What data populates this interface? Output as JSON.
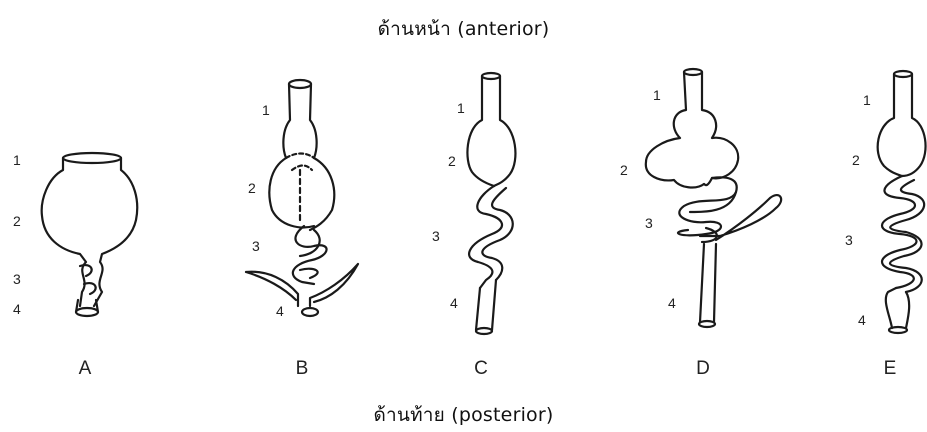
{
  "labels": {
    "top": "ด้านหน้า (anterior)",
    "bottom": "ด้านท้าย (posterior)"
  },
  "figures": [
    {
      "letter": "A",
      "parts": [
        "1",
        "2",
        "3",
        "4"
      ]
    },
    {
      "letter": "B",
      "parts": [
        "1",
        "2",
        "3",
        "4"
      ]
    },
    {
      "letter": "C",
      "parts": [
        "1",
        "2",
        "3",
        "4"
      ]
    },
    {
      "letter": "D",
      "parts": [
        "1",
        "2",
        "3",
        "4"
      ]
    },
    {
      "letter": "E",
      "parts": [
        "1",
        "2",
        "3",
        "4"
      ]
    }
  ],
  "colors": {
    "stroke": "#1a1a1a",
    "background": "#ffffff"
  }
}
